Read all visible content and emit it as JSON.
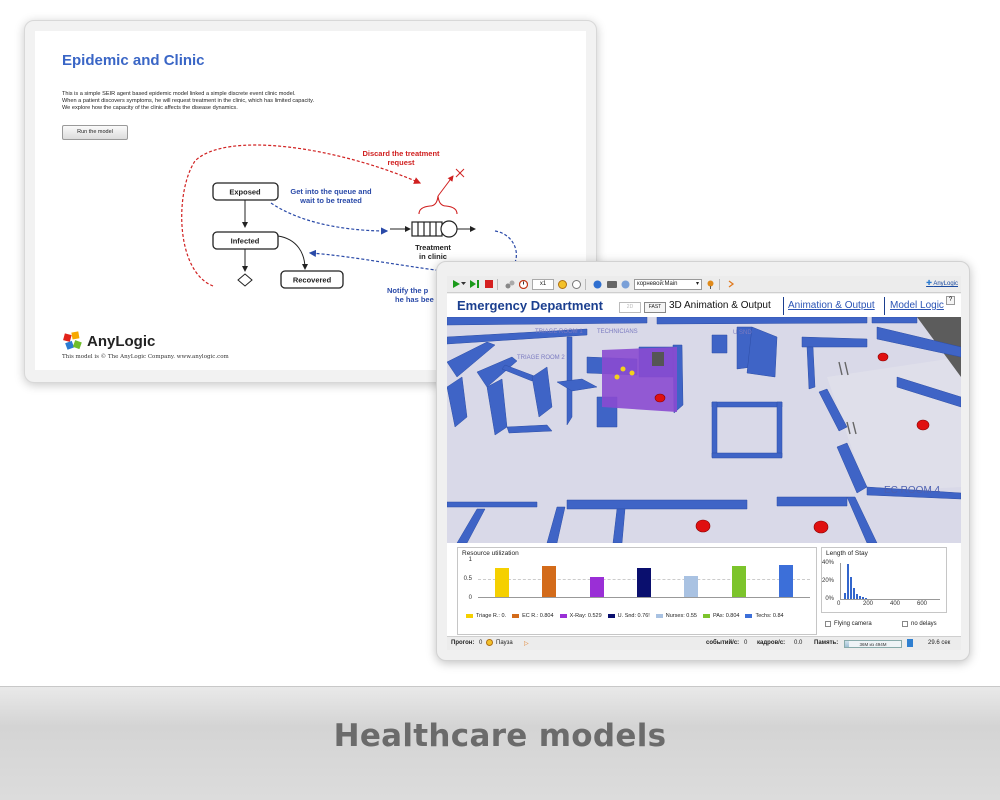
{
  "caption": "Healthcare models",
  "epidemic": {
    "title": "Epidemic and Clinic",
    "desc_lines": [
      "This is a simple SEIR agent based epidemic model linked a simple discrete event clinic model.",
      "When a patient discovers symptoms, he will request treatment in the clinic, which has limited capacity.",
      "We explore how the capacity of the clinic affects the disease dynamics."
    ],
    "run_button": "Run the model",
    "states": {
      "exposed": "Exposed",
      "infected": "Infected",
      "recovered": "Recovered"
    },
    "treatment_line1": "Treatment",
    "treatment_line2": "in clinic",
    "discard_line1": "Discard the treatment",
    "discard_line2": "request",
    "queue_line1": "Get into the queue and",
    "queue_line2": "wait to be treated",
    "notify_line1": "Notify the p",
    "notify_line2": "he has bee",
    "logo": "AnyLogic",
    "copyright": "This model is © The AnyLogic Company. www.anylogic.com",
    "colors": {
      "title": "#3a66c6",
      "red_arrow": "#d02020",
      "blue_arrow": "#2a4aa8"
    }
  },
  "emergency": {
    "toolbar": {
      "speed": "x1",
      "experiment": "корневой:Main",
      "logo": "AnyLogic"
    },
    "title": "Emergency Department",
    "btn_2d": "2D",
    "btn_fast": "FAST",
    "tab_3d": "3D Animation & Output",
    "link_anim": "Animation & Output",
    "link_logic": "Model Logic",
    "help": "?",
    "rooms": [
      "TRIAGE ROOM 1",
      "TECHNICIANS",
      "TRIAGE ROOM 2",
      "U SND",
      "EC ROOM 4"
    ],
    "resource_chart": {
      "title": "Resource utilization",
      "yticks": [
        "1",
        "0.5",
        "0"
      ],
      "bars": [
        {
          "label": "Triage R.: 0.",
          "value": 0.76,
          "color": "#f5d000"
        },
        {
          "label": "EC R.: 0.804",
          "value": 0.804,
          "color": "#d36b1a"
        },
        {
          "label": "X-Ray: 0.529",
          "value": 0.529,
          "color": "#9a2fd6"
        },
        {
          "label": "U. Snd: 0.76!",
          "value": 0.76,
          "color": "#0a0f6e"
        },
        {
          "label": "Nurses: 0.55",
          "value": 0.55,
          "color": "#a9c2e2"
        },
        {
          "label": "PAs: 0.804",
          "value": 0.804,
          "color": "#7cc42b"
        },
        {
          "label": "Techs: 0.84",
          "value": 0.84,
          "color": "#3c6fd9"
        }
      ]
    },
    "stay_chart": {
      "title": "Length of Stay",
      "yticks": [
        "40%",
        "20%",
        "0%"
      ],
      "xticks": [
        "0",
        "200",
        "400",
        "600"
      ],
      "values": [
        0.06,
        0.38,
        0.24,
        0.12,
        0.05,
        0.03,
        0.02,
        0.01
      ]
    },
    "flying_camera": "Flying camera",
    "no_delays": "no delays",
    "status": {
      "run_label": "Прогон:",
      "run_value": "0",
      "pause": "Пауза",
      "events_label": "событий/с:",
      "events_value": "0",
      "frames_label": "кадров/с:",
      "frames_value": "0.0",
      "memory_label": "Память:",
      "memory_text": "36М из 494М",
      "memory_fill": 0.07,
      "time": "29.6 сек"
    }
  }
}
